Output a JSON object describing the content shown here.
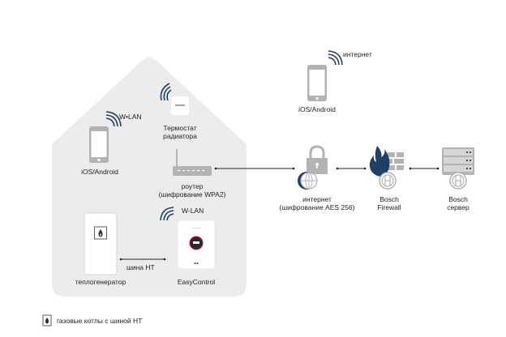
{
  "colors": {
    "house": "#ececec",
    "device_gray": "#b3b3b3",
    "accent_blue": "#1f3f66",
    "line": "#222222",
    "flame_red": "#c8102e"
  },
  "house": {
    "phone_wlan_label": "W•LAN",
    "phone_label": "iOS/Android",
    "thermostat_label_line1": "Термостат",
    "thermostat_label_line2": "радиатора",
    "router_label_line1": "роутер",
    "router_label_line2": "(шифрование WPA2)",
    "easycontrol_wlan_label": "W-LAN",
    "easycontrol_label": "EasyControl",
    "bus_label": "шина HT",
    "boiler_label": "теплогенератор"
  },
  "external": {
    "remote_phone_wifi_label": "интернет",
    "remote_phone_label": "iOS/Android",
    "internet_label_line1": "интернет",
    "internet_label_line2": "(шифрование AES 256)",
    "firewall_label_line1": "Bosch",
    "firewall_label_line2": "Firewall",
    "server_label_line1": "Bosch",
    "server_label_line2": "сервер"
  },
  "legend": {
    "icon": "gas-boiler-flame-icon",
    "text": "газовые котлы с шиной HT"
  }
}
